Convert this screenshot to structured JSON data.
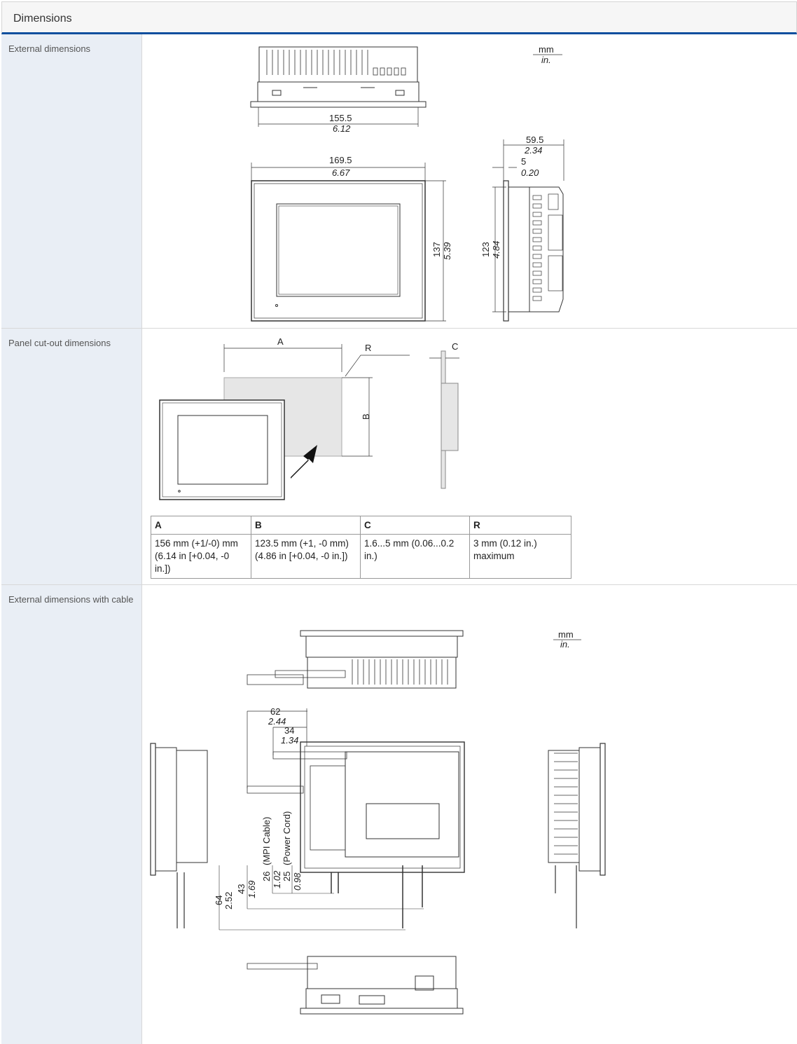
{
  "header": {
    "title": "Dimensions"
  },
  "sections": [
    {
      "label": "External dimensions",
      "units": {
        "mm": "mm",
        "in": "in."
      },
      "dims": {
        "top_w_mm": "155.5",
        "top_w_in": "6.12",
        "front_w_mm": "169.5",
        "front_w_in": "6.67",
        "front_h_mm": "137",
        "front_h_in": "5.39",
        "side_d_mm": "59.5",
        "side_d_in": "2.34",
        "side_b_mm": "5",
        "side_b_in": "0.20",
        "side_h_mm": "123",
        "side_h_in": "4.84"
      }
    },
    {
      "label": "Panel cut-out dimensions",
      "drawing": {
        "a": "A",
        "b": "B",
        "r": "R",
        "c": "C"
      },
      "table": {
        "headers": [
          "A",
          "B",
          "C",
          "R"
        ],
        "values": [
          "156 mm (+1/-0) mm (6.14 in [+0.04, -0 in.])",
          "123.5 mm (+1, -0 mm) (4.86 in [+0.04, -0 in.])",
          "1.6...5 mm (0.06...0.2 in.)",
          "3 mm (0.12 in.) maximum"
        ]
      }
    },
    {
      "label": "External dimensions with cable",
      "units": {
        "mm": "mm",
        "in": "in."
      },
      "dims": {
        "d62": "62",
        "d62i": "2.44",
        "d34": "34",
        "d34i": "1.34",
        "d64": "64",
        "d64i": "2.52",
        "d43": "43",
        "d43i": "1.69",
        "d26": "26",
        "d26i": "1.02",
        "d25": "25",
        "d25i": "0.98",
        "mpi": "(MPI Cable)",
        "power": "(Power Cord)"
      }
    }
  ]
}
